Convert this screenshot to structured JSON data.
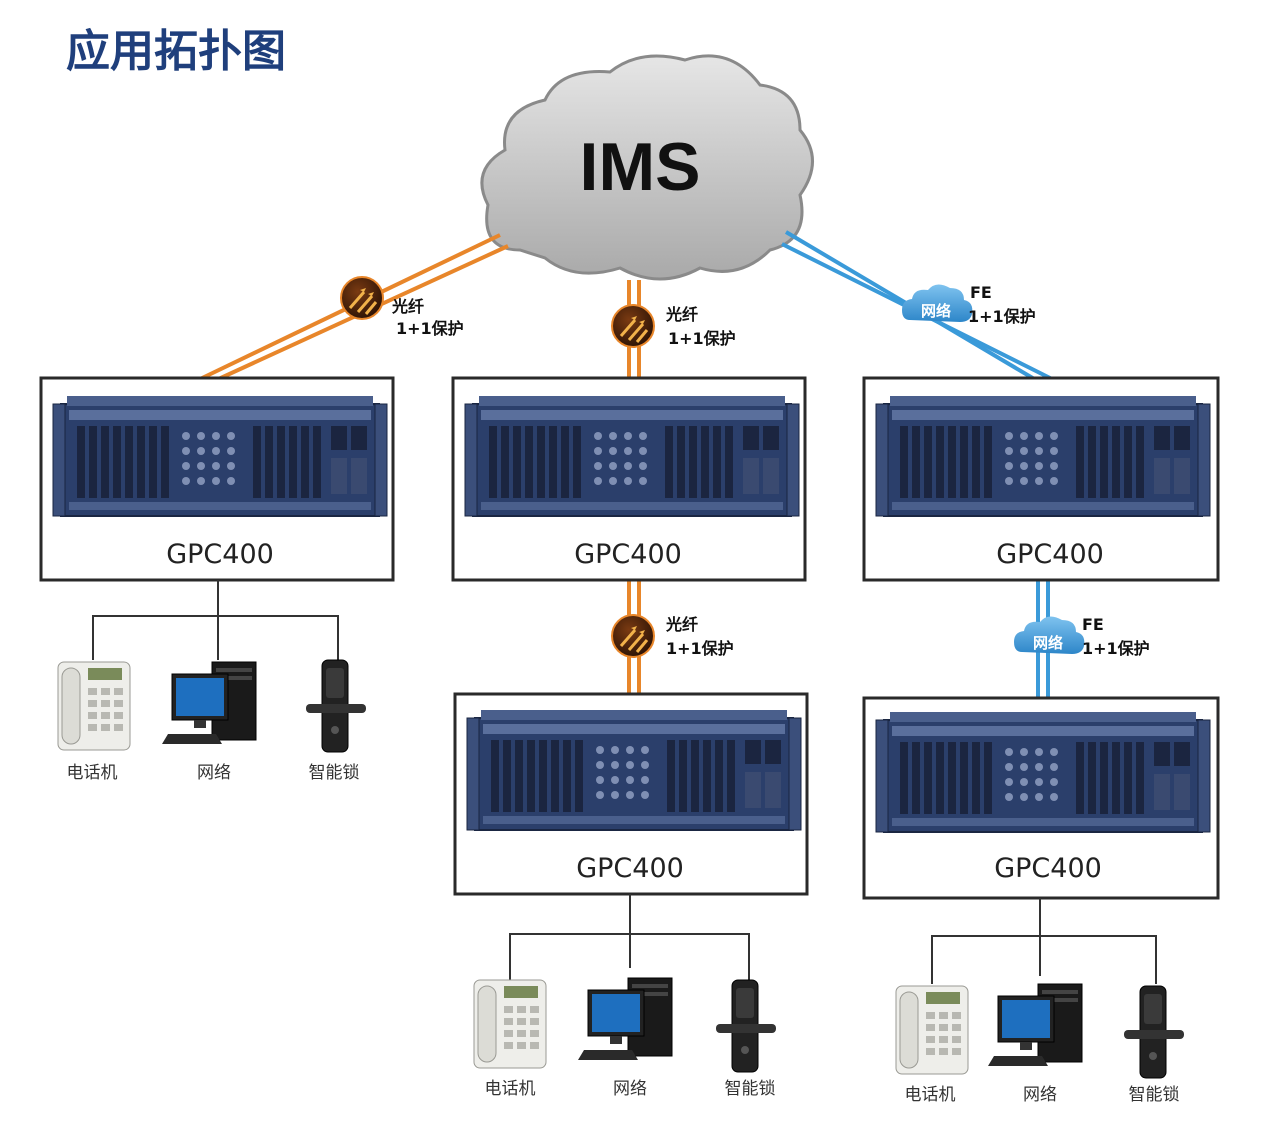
{
  "title": "应用拓扑图",
  "core": {
    "label": "IMS"
  },
  "colors": {
    "title": "#1f3f7c",
    "fiber": "#e8862a",
    "network": "#3a9ad9",
    "frame": "#2a2a2a"
  },
  "links": {
    "fiber": {
      "line1": "光纤",
      "line2": "1+1保护",
      "icon": "fiber-arrows-icon"
    },
    "fe": {
      "badge": "网络",
      "line1": "FE",
      "line2": "1+1保护",
      "icon": "cloud-icon"
    }
  },
  "devices": {
    "left": {
      "label": "GPC400"
    },
    "center_top": {
      "label": "GPC400"
    },
    "right_top": {
      "label": "GPC400"
    },
    "center_bottom": {
      "label": "GPC400"
    },
    "right_bottom": {
      "label": "GPC400"
    }
  },
  "terminals": {
    "phone": {
      "label": "电话机",
      "icon": "telephone-icon"
    },
    "computer": {
      "label": "网络",
      "icon": "computer-icon"
    },
    "lock": {
      "label": "智能锁",
      "icon": "smart-lock-icon"
    }
  }
}
